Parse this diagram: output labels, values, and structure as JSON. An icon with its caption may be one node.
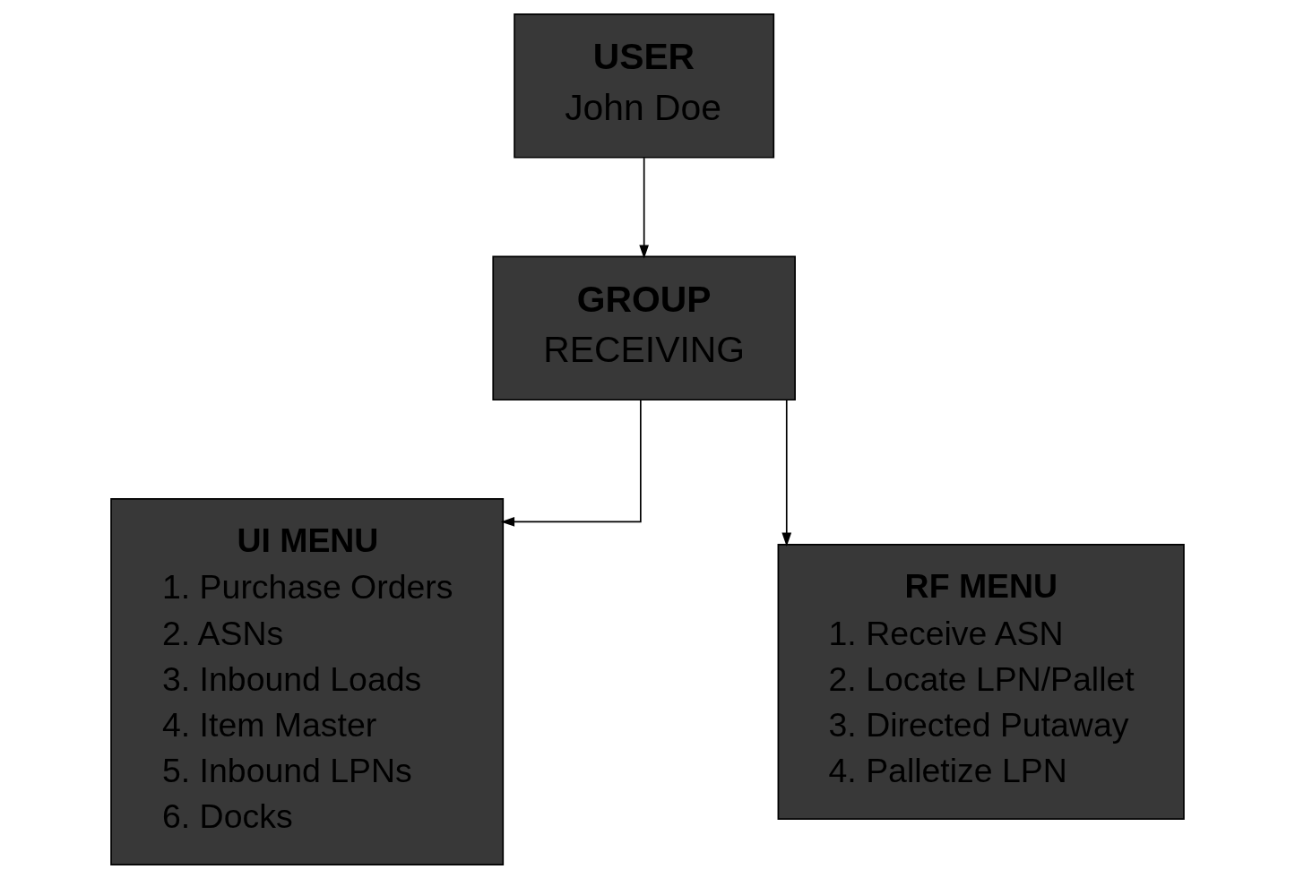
{
  "diagram": {
    "nodes": [
      {
        "text": [
          "USER",
          "John Doe"
        ]
      },
      {
        "text": [
          "GROUP",
          "RECEIVING"
        ]
      },
      {
        "text": [
          "UI MENU",
          "1. Purchase Orders",
          "2. ASNs",
          "3. Inbound Loads",
          "4. Item Master",
          "5. Inbound LPNs",
          "6. Docks"
        ]
      },
      {
        "text": [
          "RF MENU",
          "1. Receive ASN",
          "2. Locate LPN/Pallet",
          "3. Directed Putaway",
          "4. Palletize LPN"
        ]
      }
    ],
    "edges": [
      {
        "from": 0,
        "to": 1,
        "arrow": "to"
      },
      {
        "from": 1,
        "to": 2,
        "arrow": "to"
      },
      {
        "from": 1,
        "to": 3,
        "arrow": "to"
      }
    ]
  }
}
